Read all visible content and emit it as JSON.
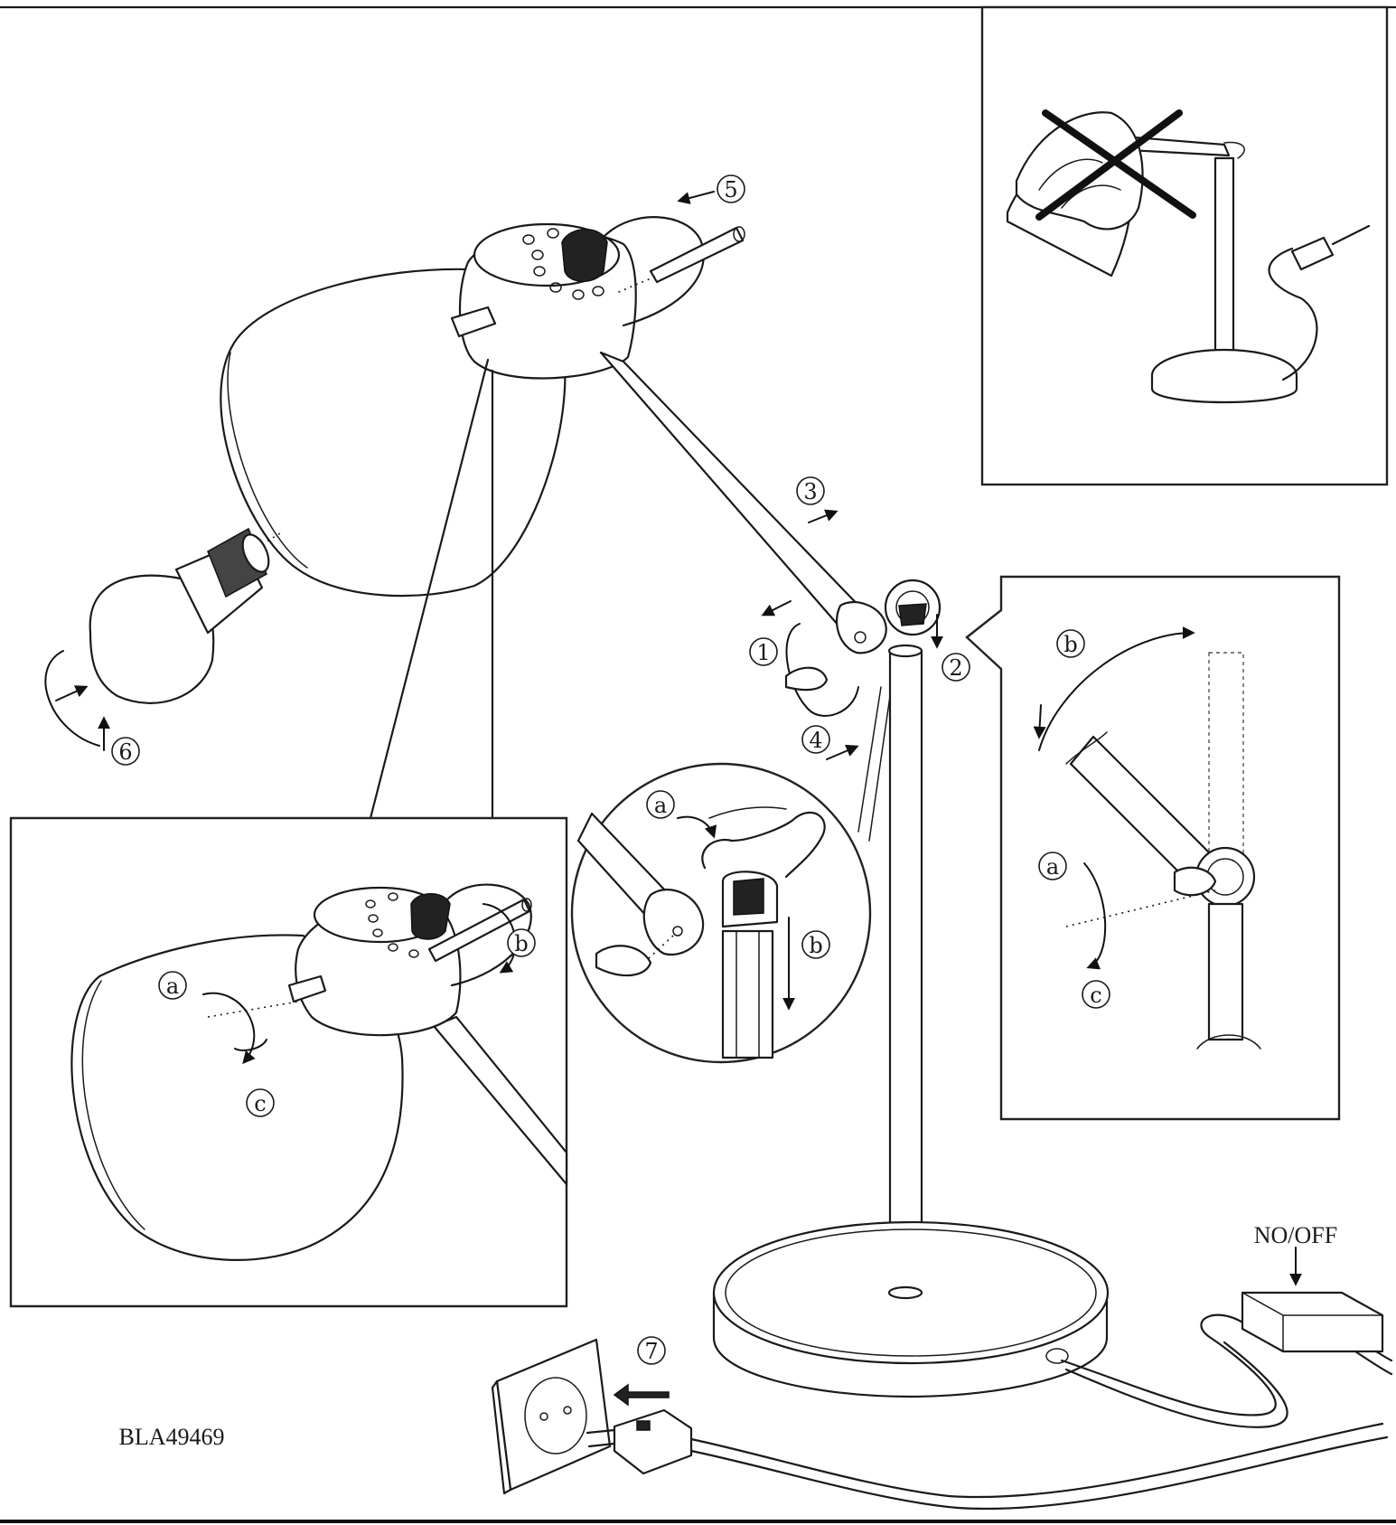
{
  "model_code": "BLA49469",
  "switch_label": "NO/OFF",
  "steps": {
    "s1": "1",
    "s2": "2",
    "s3": "3",
    "s4": "4",
    "s5": "5",
    "s6": "6",
    "s7": "7"
  },
  "detail_shade": {
    "a": "a",
    "b": "b",
    "c": "c"
  },
  "detail_joint": {
    "a": "a",
    "b": "b"
  },
  "detail_arm": {
    "a": "a",
    "b": "b",
    "c": "c"
  }
}
